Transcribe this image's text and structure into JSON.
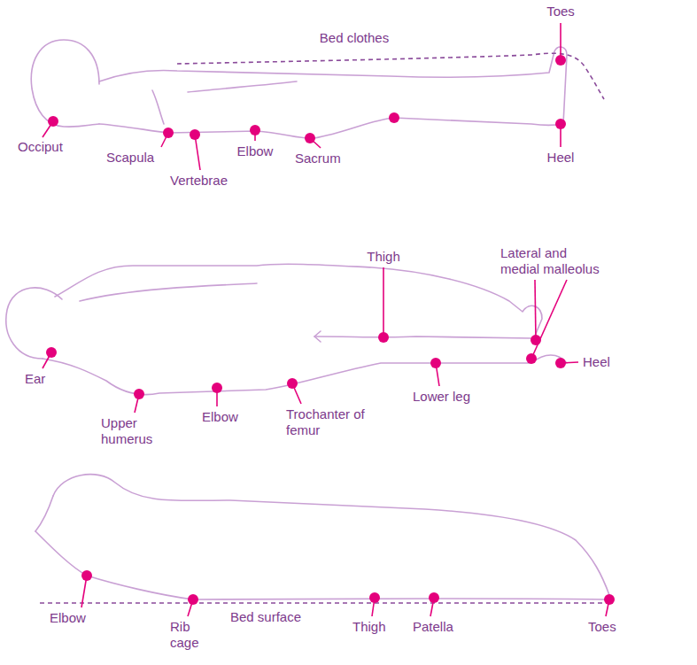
{
  "diagram": {
    "labels": [
      "Toes",
      "Bed clothes",
      "Occiput",
      "Scapula",
      "Vertebrae",
      "Elbow",
      "Sacrum",
      "Heel",
      "Thigh",
      "Lateral and medial malleolus",
      "Ear",
      "Upper humerus",
      "Elbow",
      "Trochanter of femur",
      "Lower leg",
      "Heel",
      "Elbow",
      "Rib cage",
      "Bed surface",
      "Thigh",
      "Patella",
      "Toes"
    ]
  }
}
